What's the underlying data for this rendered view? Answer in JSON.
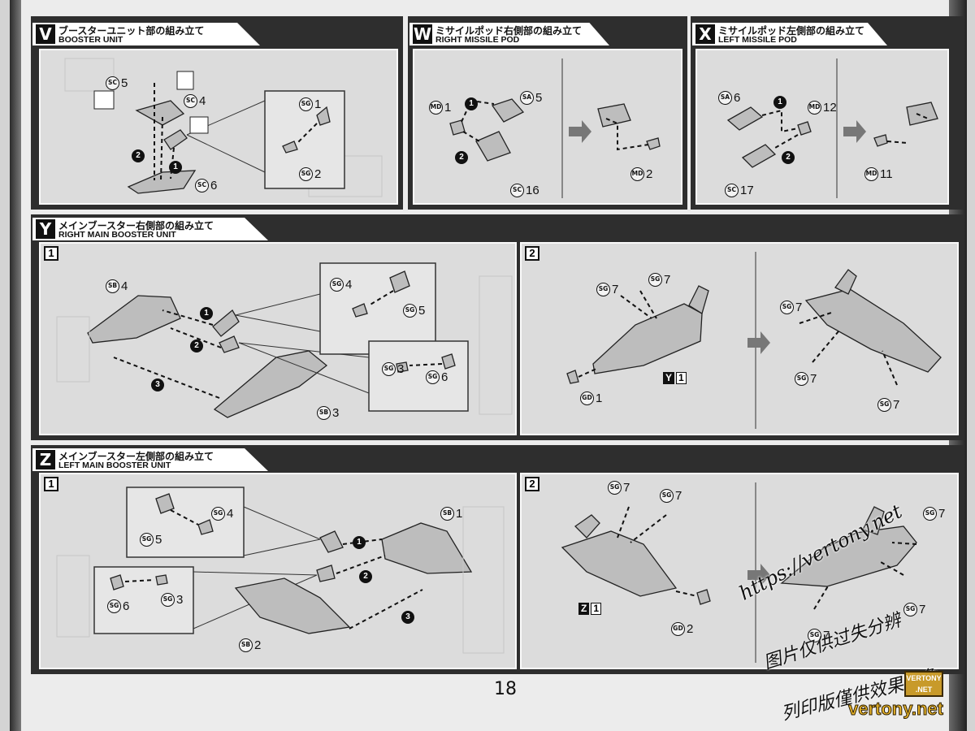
{
  "page_number": "18",
  "sections": {
    "v": {
      "letter": "V",
      "title_jp": "ブースターユニット部の組み立て",
      "title_en": "BOOSTER UNIT"
    },
    "w": {
      "letter": "W",
      "title_jp": "ミサイルポッド右側部の組み立て",
      "title_en": "RIGHT MISSILE POD"
    },
    "x": {
      "letter": "X",
      "title_jp": "ミサイルポッド左側部の組み立て",
      "title_en": "LEFT MISSILE POD"
    },
    "y": {
      "letter": "Y",
      "title_jp": "メインブースター右側部の組み立て",
      "title_en": "RIGHT MAIN BOOSTER UNIT"
    },
    "z": {
      "letter": "Z",
      "title_jp": "メインブースター左側部の組み立て",
      "title_en": "LEFT MAIN BOOSTER UNIT"
    }
  },
  "steps": {
    "one": "1",
    "two": "2"
  },
  "order": {
    "n1": "1",
    "n2": "2",
    "n3": "3"
  },
  "refs": {
    "y1": {
      "key": "Y",
      "num": "1"
    },
    "z1": {
      "key": "Z",
      "num": "1"
    }
  },
  "runners": {
    "sc": "SC",
    "sg": "SG",
    "sa": "SA",
    "md": "MD",
    "sb": "SB",
    "gd": "GD"
  },
  "parts": {
    "v": {
      "sc5": "5",
      "sc4": "4",
      "sc6": "6",
      "sg1": "1",
      "sg2": "2"
    },
    "w": {
      "md1": "1",
      "sa5": "5",
      "sc16": "16",
      "md2": "2"
    },
    "x": {
      "sa6": "6",
      "md12": "12",
      "sc17": "17",
      "md11": "11"
    },
    "y1": {
      "sb4": "4",
      "sg4": "4",
      "sg5": "5",
      "sg3": "3",
      "sg6": "6",
      "sb3": "3"
    },
    "y2": {
      "sg7a": "7",
      "sg7b": "7",
      "gd1": "1",
      "sg7c": "7",
      "sg7d": "7",
      "sg7e": "7"
    },
    "z1": {
      "sg5": "5",
      "sg4": "4",
      "sb1": "1",
      "sg6": "6",
      "sg3": "3",
      "sb2": "2"
    },
    "z2": {
      "sg7a": "7",
      "sg7b": "7",
      "gd2": "2",
      "sg7c": "7",
      "sg7d": "7",
      "sg7e": "7"
    }
  },
  "watermark": {
    "url": "https://vertony.net",
    "line2": "图片仅供过失分辨",
    "line3": "列印版僅供效果自負",
    "logo_top": "VERTONY",
    "logo_bottom": ".NET",
    "site": "vertony.net"
  },
  "colors": {
    "band": "#2e2e2e",
    "panel": "#dcdcdc",
    "part": "#bdbdbd",
    "logo": "#c89a2a"
  }
}
